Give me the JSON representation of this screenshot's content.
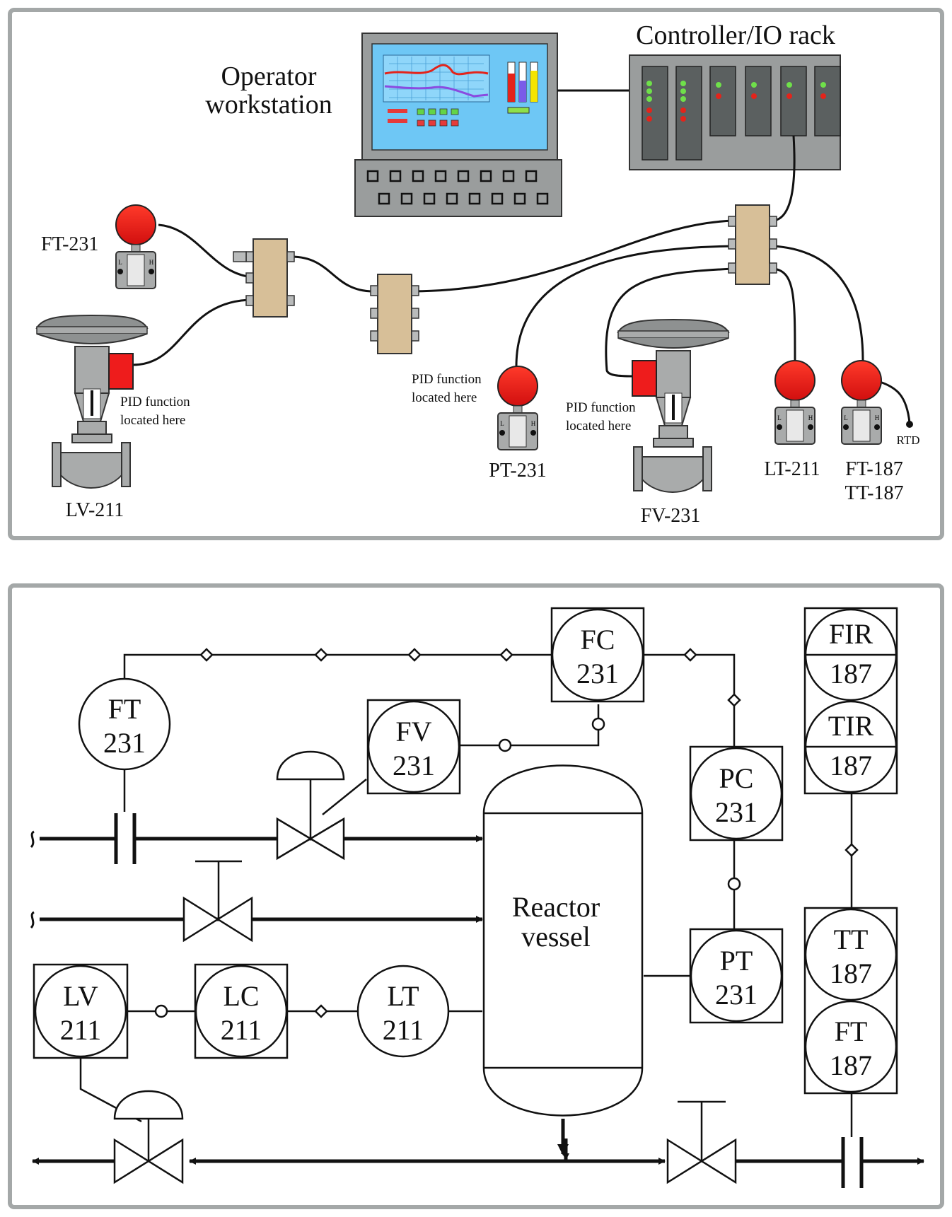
{
  "top": {
    "operator_workstation_line1": "Operator",
    "operator_workstation_line2": "workstation",
    "controller_rack": "Controller/IO rack",
    "ft231": "FT-231",
    "lv211": "LV-211",
    "pid_lv_line1": "PID function",
    "pid_lv_line2": "located here",
    "pid_pt_line1": "PID function",
    "pid_pt_line2": "located here",
    "pt231": "PT-231",
    "pid_fv_line1": "PID function",
    "pid_fv_line2": "located here",
    "fv231": "FV-231",
    "lt211": "LT-211",
    "ft187": "FT-187",
    "tt187": "TT-187",
    "rtd": "RTD",
    "transmitter_l": "L",
    "transmitter_h": "H"
  },
  "bottom": {
    "fc": {
      "tag": "FC",
      "num": "231"
    },
    "ft": {
      "tag": "FT",
      "num": "231"
    },
    "fv": {
      "tag": "FV",
      "num": "231"
    },
    "pc": {
      "tag": "PC",
      "num": "231"
    },
    "pt": {
      "tag": "PT",
      "num": "231"
    },
    "lv": {
      "tag": "LV",
      "num": "211"
    },
    "lc": {
      "tag": "LC",
      "num": "211"
    },
    "lt": {
      "tag": "LT",
      "num": "211"
    },
    "fir": {
      "tag": "FIR",
      "num": "187"
    },
    "tir": {
      "tag": "TIR",
      "num": "187"
    },
    "tt": {
      "tag": "TT",
      "num": "187"
    },
    "ft187": {
      "tag": "FT",
      "num": "187"
    },
    "reactor_line1": "Reactor",
    "reactor_line2": "vessel"
  },
  "colors": {
    "frame": "#a4a8a8",
    "device_red": "#ee1c1c",
    "junction_tan": "#d7bf98",
    "rack_gray": "#9a9d9d",
    "screen_blue": "#6ec7f5",
    "valve_gray": "#a9abab"
  }
}
